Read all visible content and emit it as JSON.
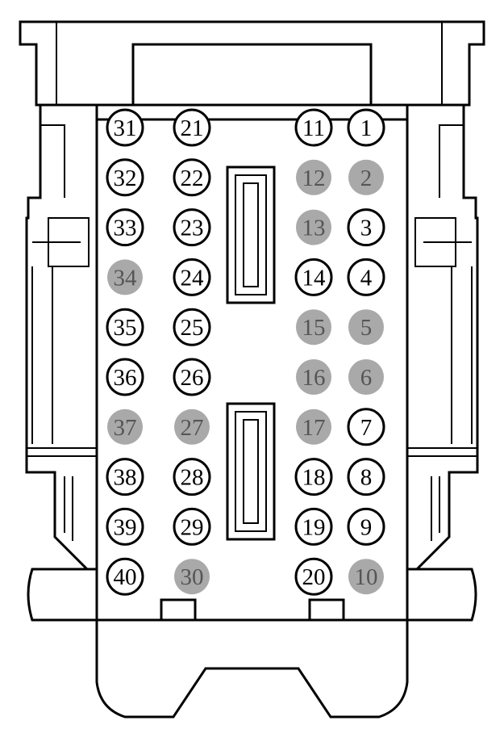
{
  "colors": {
    "used_fill": "#ffffff",
    "used_stroke": "#000000",
    "used_text": "#000000",
    "empty_fill": "#a9a9a9",
    "empty_text": "#555555"
  },
  "pins": [
    {
      "label": "1",
      "state": "used"
    },
    {
      "label": "2",
      "state": "empty"
    },
    {
      "label": "3",
      "state": "used"
    },
    {
      "label": "4",
      "state": "used"
    },
    {
      "label": "5",
      "state": "empty"
    },
    {
      "label": "6",
      "state": "empty"
    },
    {
      "label": "7",
      "state": "used"
    },
    {
      "label": "8",
      "state": "used"
    },
    {
      "label": "9",
      "state": "used"
    },
    {
      "label": "10",
      "state": "empty"
    },
    {
      "label": "11",
      "state": "used"
    },
    {
      "label": "12",
      "state": "empty"
    },
    {
      "label": "13",
      "state": "empty"
    },
    {
      "label": "14",
      "state": "used"
    },
    {
      "label": "15",
      "state": "empty"
    },
    {
      "label": "16",
      "state": "empty"
    },
    {
      "label": "17",
      "state": "empty"
    },
    {
      "label": "18",
      "state": "used"
    },
    {
      "label": "19",
      "state": "used"
    },
    {
      "label": "20",
      "state": "used"
    },
    {
      "label": "21",
      "state": "used"
    },
    {
      "label": "22",
      "state": "used"
    },
    {
      "label": "23",
      "state": "used"
    },
    {
      "label": "24",
      "state": "used"
    },
    {
      "label": "25",
      "state": "used"
    },
    {
      "label": "26",
      "state": "used"
    },
    {
      "label": "27",
      "state": "empty"
    },
    {
      "label": "28",
      "state": "used"
    },
    {
      "label": "29",
      "state": "used"
    },
    {
      "label": "30",
      "state": "empty"
    },
    {
      "label": "31",
      "state": "used"
    },
    {
      "label": "32",
      "state": "used"
    },
    {
      "label": "33",
      "state": "used"
    },
    {
      "label": "34",
      "state": "empty"
    },
    {
      "label": "35",
      "state": "used"
    },
    {
      "label": "36",
      "state": "used"
    },
    {
      "label": "37",
      "state": "empty"
    },
    {
      "label": "38",
      "state": "used"
    },
    {
      "label": "39",
      "state": "used"
    },
    {
      "label": "40",
      "state": "used"
    }
  ]
}
